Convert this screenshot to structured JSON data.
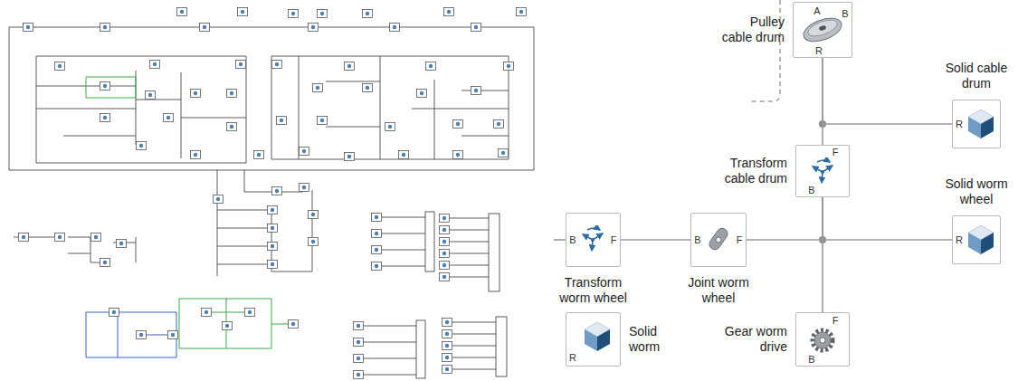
{
  "diagram": {
    "nodes": [
      {
        "text": [
          "Pulley cable drum"
        ]
      },
      {
        "text": [
          "Solid cable drum"
        ]
      },
      {
        "text": [
          "Transform cable drum"
        ]
      },
      {
        "text": [
          "Transform worm wheel"
        ]
      },
      {
        "text": [
          "Joint worm wheel"
        ]
      },
      {
        "text": [
          "Solid worm wheel"
        ]
      },
      {
        "text": [
          "Solid worm"
        ]
      },
      {
        "text": [
          "Gear worm drive"
        ]
      }
    ],
    "edges": [
      {
        "from": 0,
        "to": 1,
        "arrow": "none"
      },
      {
        "from": 0,
        "to": 2,
        "arrow": "none"
      },
      {
        "from": 2,
        "to": 4,
        "arrow": "none"
      },
      {
        "from": 2,
        "to": 5,
        "arrow": "none"
      },
      {
        "from": 2,
        "to": 7,
        "arrow": "none"
      },
      {
        "from": 3,
        "to": 4,
        "arrow": "none"
      }
    ],
    "labels": [
      "A",
      "B",
      "R",
      "R",
      "F",
      "B",
      "B",
      "F",
      "B",
      "F",
      "R",
      "R",
      "F",
      "B"
    ]
  }
}
